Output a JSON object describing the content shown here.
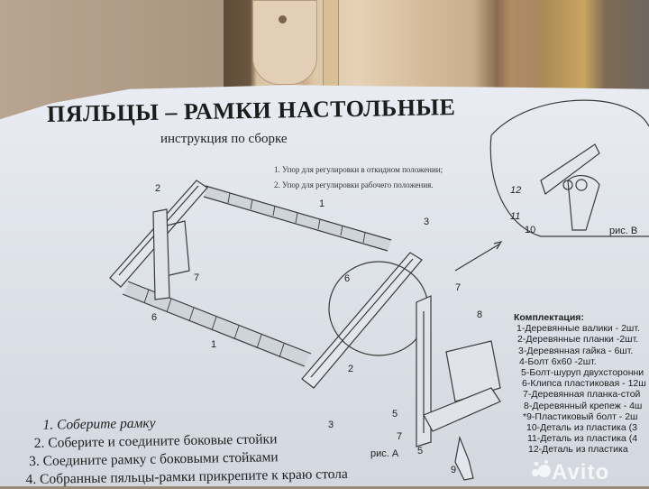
{
  "document": {
    "title": "ПЯЛЬЦЫ – РАМКИ НАСТОЛЬНЫЕ",
    "subtitle": "инструкция по сборке",
    "notes": [
      "1. Упор для регулировки в откидном положении;",
      "2. Упор для регулировки рабочего положения."
    ],
    "steps": [
      "1. Соберите рамку",
      "2. Соберите и соедините боковые стойки",
      "3. Соедините рамку с боковыми стойками",
      "4. Собранные  пяльцы-рамки прикрепите к краю стола"
    ],
    "figures": {
      "fig_a": "рис. А",
      "fig_b": "рис. В"
    },
    "callouts": {
      "c1a": "1",
      "c1b": "1",
      "c2a": "2",
      "c2b": "2",
      "c3a": "3",
      "c3b": "3",
      "c5a": "5",
      "c5b": "5",
      "c6a": "6",
      "c6b": "6",
      "c7a": "7",
      "c7b": "7",
      "c7c": "7",
      "c8": "8",
      "c9": "9",
      "c10": "10",
      "c11": "11",
      "c12": "12"
    },
    "kit": {
      "title": "Комплектация:",
      "items": [
        "1-Деревянные валики - 2шт.",
        "2-Деревянные планки -2шт.",
        "3-Деревянная гайка - 6шт.",
        "4-Болт 6х60 -2шт.",
        "5-Болт-шуруп двухсторонни",
        "6-Клипса пластиковая - 12ш",
        "7-Деревянная планка-стой",
        "8-Деревянный крепеж - 4ш",
        "*9-Пластиковый болт - 2ш",
        "10-Деталь из пластика (3",
        "11-Деталь из пластика (4",
        "12-Деталь из пластика"
      ]
    }
  },
  "watermark": "Avito",
  "colors": {
    "paper": "#e4e7ee",
    "ink": "#1c1c1c",
    "cardboard": "#b09d88",
    "wood": "#e3cfb5"
  }
}
